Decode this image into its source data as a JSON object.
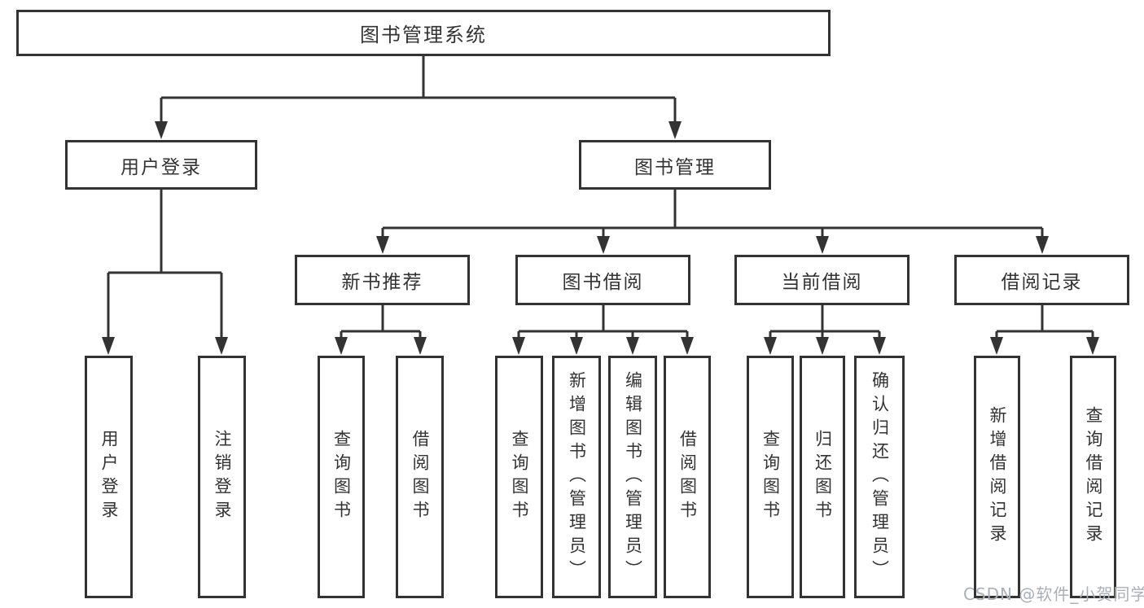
{
  "tree": {
    "root": {
      "label": "图书管理系统",
      "children": [
        {
          "label": "用户登录",
          "children": [
            {
              "label": "用户登录"
            },
            {
              "label": "注销登录"
            }
          ]
        },
        {
          "label": "图书管理",
          "children": [
            {
              "label": "新书推荐",
              "children": [
                {
                  "label": "查询图书"
                },
                {
                  "label": "借阅图书"
                }
              ]
            },
            {
              "label": "图书借阅",
              "children": [
                {
                  "label": "查询图书"
                },
                {
                  "label": "新增图书（管理员）"
                },
                {
                  "label": "编辑图书（管理员）"
                },
                {
                  "label": "借阅图书"
                }
              ]
            },
            {
              "label": "当前借阅",
              "children": [
                {
                  "label": "查询图书"
                },
                {
                  "label": "归还图书"
                },
                {
                  "label": "确认归还（管理员）"
                }
              ]
            },
            {
              "label": "借阅记录",
              "children": [
                {
                  "label": "新增借阅记录"
                },
                {
                  "label": "查询借阅记录"
                }
              ]
            }
          ]
        }
      ]
    }
  },
  "watermark": {
    "text": "CSDN @软件_小贺同学"
  },
  "colors": {
    "line": "#333333",
    "text": "#333333",
    "box_fill": "#ffffff",
    "watermark_text": "#aab0ba",
    "background": "#ffffff"
  }
}
